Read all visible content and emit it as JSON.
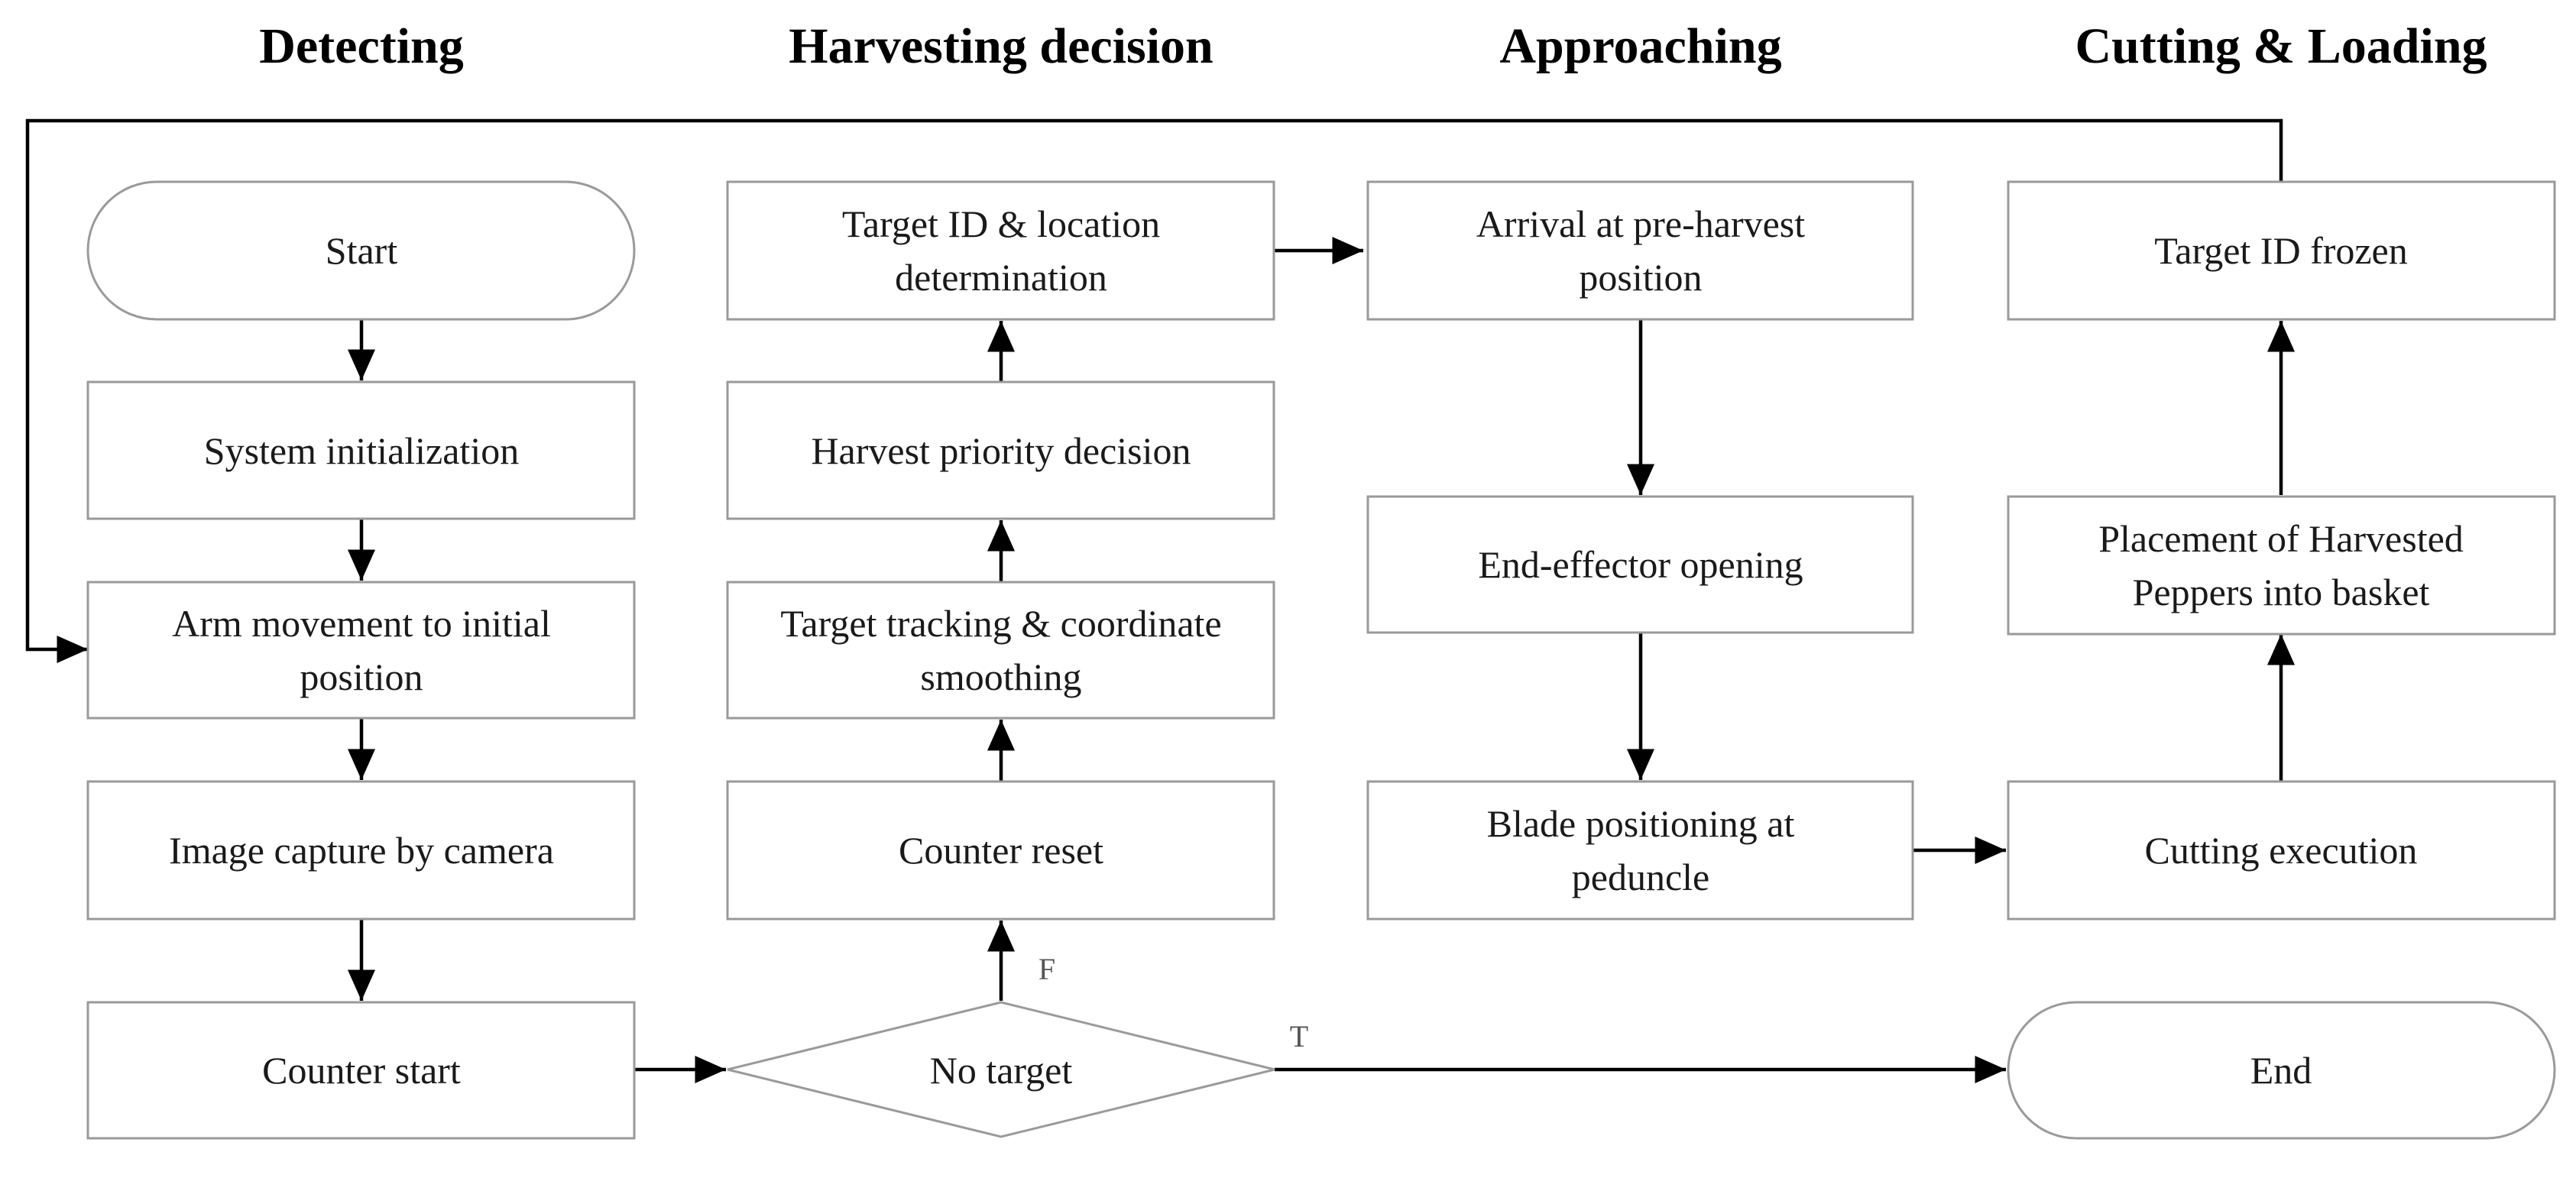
{
  "headers": {
    "detecting": "Detecting",
    "harvesting_decision": "Harvesting decision",
    "approaching": "Approaching",
    "cutting_loading": "Cutting & Loading"
  },
  "nodes": {
    "start": [
      "Start"
    ],
    "system_init": [
      "System initialization"
    ],
    "arm_movement": [
      "Arm movement to initial",
      "position"
    ],
    "image_capture": [
      "Image capture by camera"
    ],
    "counter_start": [
      "Counter start"
    ],
    "no_target": [
      "No target"
    ],
    "counter_reset": [
      "Counter reset"
    ],
    "target_tracking": [
      "Target tracking & coordinate",
      "smoothing"
    ],
    "harvest_priority": [
      "Harvest priority decision"
    ],
    "target_id_location": [
      "Target ID & location",
      "determination"
    ],
    "arrival": [
      "Arrival at pre-harvest",
      "position"
    ],
    "end_effector": [
      "End-effector opening"
    ],
    "blade_positioning": [
      "Blade positioning at",
      "peduncle"
    ],
    "cutting_execution": [
      "Cutting execution"
    ],
    "placement": [
      "Placement of Harvested",
      "Peppers into basket"
    ],
    "target_id_frozen": [
      "Target ID frozen"
    ],
    "end": [
      "End"
    ]
  },
  "edge_labels": {
    "false_branch": "F",
    "true_branch": "T"
  }
}
